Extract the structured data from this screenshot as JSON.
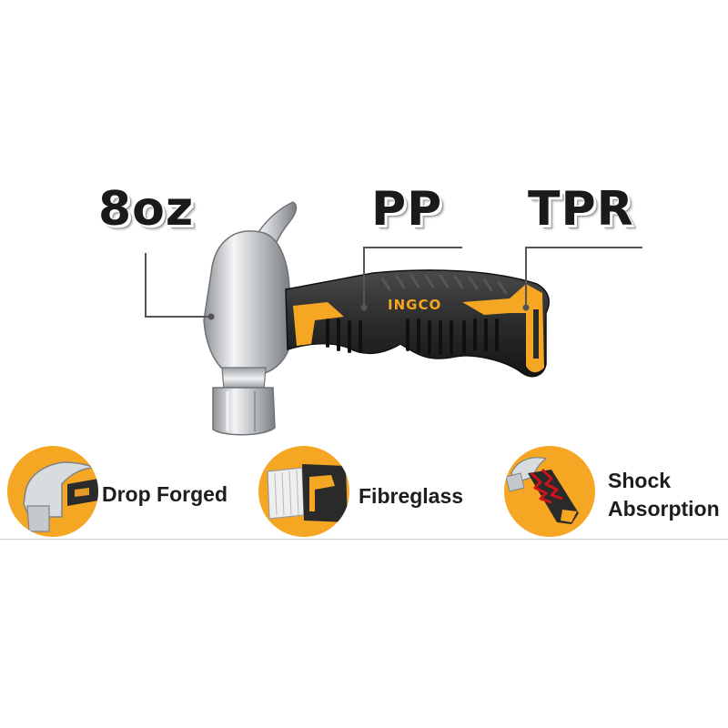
{
  "callouts": {
    "weight": "8oz",
    "core": "PP",
    "grip": "TPR"
  },
  "brand": {
    "logo_text": "INGCO",
    "accent": "#f5a623",
    "grip_dark": "#2a2a2a"
  },
  "features": [
    {
      "label_line1": "Drop Forged",
      "label_line2": "",
      "icon": "forged-head-icon"
    },
    {
      "label_line1": "Fibreglass",
      "label_line2": "",
      "icon": "fibreglass-handle-icon"
    },
    {
      "label_line1": "Shock",
      "label_line2": "Absorption",
      "icon": "shock-absorption-icon"
    }
  ]
}
